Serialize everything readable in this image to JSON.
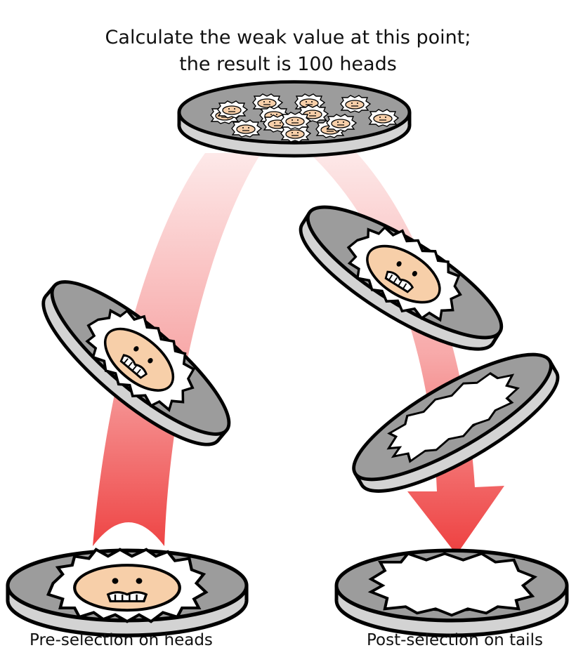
{
  "title": {
    "line1": "Calculate the weak value at this point;",
    "line2": "the result is 100 heads"
  },
  "labels": {
    "left": "Pre-selection on heads",
    "right": "Post-selection on tails"
  },
  "colors": {
    "arrow": "#ee4040",
    "coin_face": "#9c9c9c",
    "coin_edge": "#d3d3d3",
    "head": "#f7cfa9",
    "hair": "#ffffff",
    "outline": "#000000"
  }
}
